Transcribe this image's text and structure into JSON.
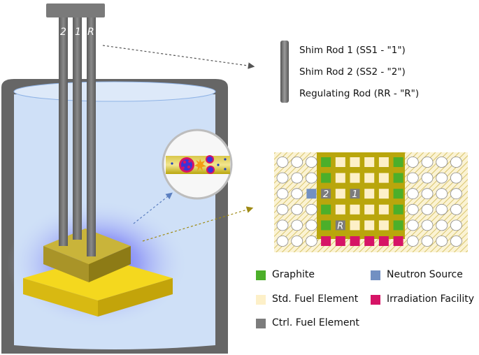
{
  "rod_markers": [
    "2",
    "1",
    "R"
  ],
  "rod_legend": [
    "Shim Rod 1 (SS1 - \"1\")",
    "Shim Rod 2 (SS2 - \"2\")",
    "Regulating Rod (RR - \"R\")"
  ],
  "core_labels": {
    "shim1": "1",
    "shim2": "2",
    "reg": "R"
  },
  "legend": [
    {
      "label": "Graphite",
      "color": "#4caf2a"
    },
    {
      "label": "Neutron Source",
      "color": "#7290c2"
    },
    {
      "label": "Std. Fuel Element",
      "color": "#fdf0c8"
    },
    {
      "label": "Irradiation Facility",
      "color": "#d61466"
    },
    {
      "label": "Ctrl. Fuel Element",
      "color": "#7c7c7c"
    }
  ],
  "colors": {
    "tank_wall": "#666666",
    "water": "#cfe0f7",
    "rod": "#6e6e6e",
    "core_frame": "#b9a60c",
    "reflector_gold": "#e2c91a",
    "hatch": "#e8d98a"
  }
}
